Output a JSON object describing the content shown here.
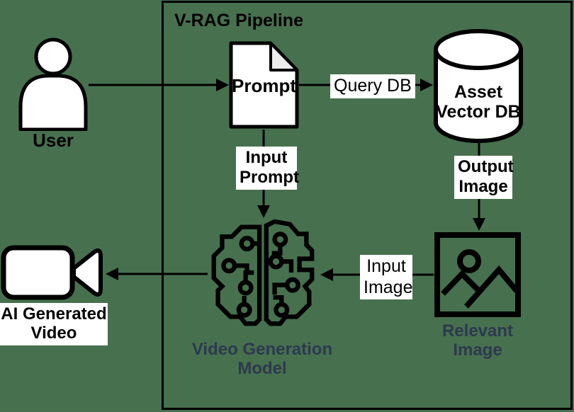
{
  "colors": {
    "background": "#47704f",
    "ink": "#000000",
    "model_label_text": "#2d3a4d",
    "edge_label_background": "#ffffff",
    "doc_fold_fill": "#ececec"
  },
  "pipeline": {
    "title": "V-RAG Pipeline"
  },
  "nodes": {
    "user": {
      "label": "User"
    },
    "prompt": {
      "label": "Prompt"
    },
    "asset_vector_db": {
      "lines": [
        "Asset",
        "Vector DB"
      ]
    },
    "video_generation_model": {
      "lines": [
        "Video Generation",
        "Model"
      ]
    },
    "relevant_image": {
      "lines": [
        "Relevant",
        "Image"
      ]
    },
    "ai_generated_video": {
      "lines": [
        "AI Generated",
        "Video"
      ]
    }
  },
  "edges": {
    "query_db": {
      "label": "Query DB"
    },
    "input_prompt": {
      "lines": [
        "Input",
        "Prompt"
      ]
    },
    "output_image": {
      "lines": [
        "Output",
        "Image"
      ]
    },
    "input_image": {
      "lines": [
        "Input",
        "Image"
      ]
    }
  }
}
